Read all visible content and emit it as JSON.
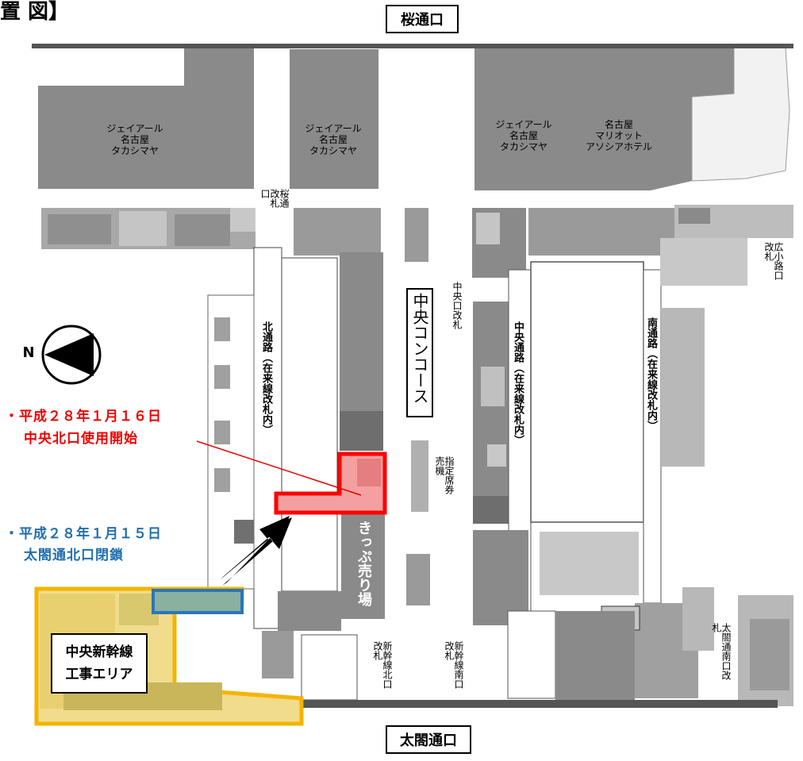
{
  "header_fragment": "置 図】",
  "gates": {
    "top": "桜通口",
    "bottom": "太閤通口",
    "sakura_gate": "桜通改札口",
    "chuo_gate": "中央口改札",
    "hirokoji_gate": "広小路口改札",
    "shinkansen_north_gate": "新幹線北口改札",
    "shinkansen_south_gate": "新幹線南口改札",
    "taiko_south_gate": "太閤通南口改札"
  },
  "buildings": {
    "b1": "ジェイアール\n名古屋\nタカシマヤ",
    "b2": "ジェイアール\n名古屋\nタカシマヤ",
    "b3": "ジェイアール\n名古屋\nタカシマヤ",
    "b4": "名古屋\nマリオット\nアソシアホテル"
  },
  "passages": {
    "north": "北通路（在来線改札内）",
    "central": "中央通路（在来線改札内）",
    "south": "南通路（在来線改札内）"
  },
  "concourse": "中央コンコース",
  "reserved_tickets": "指定席券売機",
  "ticket_office": "きっぷ売り場",
  "compass": "N",
  "notice_red": {
    "line1": "・平成２８年１月１６日",
    "line2": "中央北口使用開始"
  },
  "notice_blue": {
    "line1": "・平成２８年１月１５日",
    "line2": "太閤通北口閉鎖"
  },
  "construction": {
    "line1": "中央新幹線",
    "line2": "工事エリア"
  },
  "colors": {
    "building": "#8a8a8a",
    "light_building": "#bdbdbd",
    "highlight_red": "#ff0000",
    "highlight_fill": "#f5a0a0",
    "closed_blue": "#1f6fae",
    "construction_yellow": "#f0dc8c",
    "construction_border": "#f5b400"
  }
}
